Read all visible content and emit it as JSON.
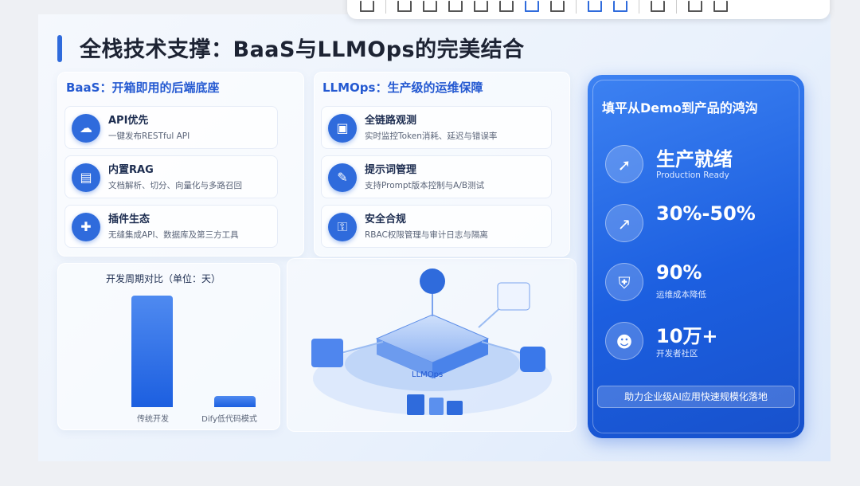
{
  "slide": {
    "title": "全栈技术支撑：BaaS与LLMOps的完美结合"
  },
  "baas": {
    "heading": "BaaS：开箱即用的后端底座",
    "items": [
      {
        "title": "API优先",
        "desc": "一键发布RESTful API",
        "icon": "cloud-icon"
      },
      {
        "title": "内置RAG",
        "desc": "文档解析、切分、向量化与多路召回",
        "icon": "database-icon"
      },
      {
        "title": "插件生态",
        "desc": "无缝集成API、数据库及第三方工具",
        "icon": "puzzle-icon"
      }
    ]
  },
  "llmops": {
    "heading": "LLMOps：生产级的运维保障",
    "items": [
      {
        "title": "全链路观测",
        "desc": "实时监控Token消耗、延迟与错误率",
        "icon": "monitor-icon"
      },
      {
        "title": "提示词管理",
        "desc": "支持Prompt版本控制与A/B测试",
        "icon": "document-icon"
      },
      {
        "title": "安全合规",
        "desc": "RBAC权限管理与审计日志与隔离",
        "icon": "lock-icon"
      }
    ]
  },
  "comparison": {
    "heading": "开发周期对比（单位：天）",
    "legend": [
      "传统开发",
      "Dify低代码模式"
    ]
  },
  "chart_data": {
    "type": "bar",
    "title": "开发周期对比（单位：天）",
    "categories": [
      "传统开发",
      "Dify低代码模式"
    ],
    "values": [
      30,
      3
    ]
  },
  "illustration": {
    "hub_label": "LLMOps"
  },
  "highlight": {
    "heading": "填平从Demo到产品的鸿沟",
    "stats": [
      {
        "value": "生产就绪",
        "desc": "Production Ready",
        "icon": "rocket-icon"
      },
      {
        "value": "30%-50%",
        "desc": "",
        "icon": "chart-icon"
      },
      {
        "value": "90%",
        "desc": "运维成本降低",
        "icon": "shield-icon"
      },
      {
        "value": "10万+",
        "desc": "开发者社区",
        "icon": "users-icon"
      }
    ],
    "footer": "助力企业级AI应用快速规模化落地"
  },
  "colors": {
    "accent": "#2f6bdc",
    "title": "#1d2333"
  }
}
